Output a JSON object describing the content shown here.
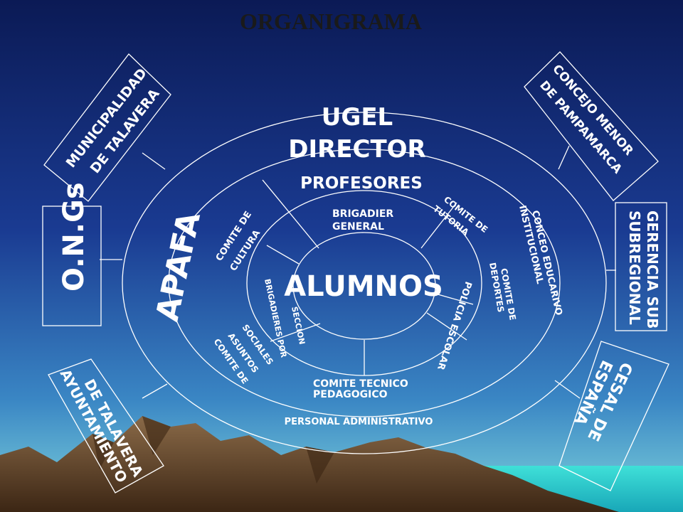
{
  "title": "ORGANIGRAMA",
  "center": "ALUMNOS",
  "rings": {
    "outer_top": [
      "UGEL",
      "DIRECTOR"
    ],
    "outer_left": "APAFA",
    "outer_bottom": "PERSONAL  ADMINISTRATIVO",
    "middle_top": "PROFESORES",
    "middle_right": [
      "CONCEO EDUCARIVO",
      "INSTITUCIONAL"
    ],
    "inner": {
      "top": [
        "BRIGADIER",
        "GENERAL"
      ],
      "top_left": [
        "COMITE DE",
        "CULTURA"
      ],
      "top_right": [
        "COMITE DE",
        "TUTORIA"
      ],
      "right": [
        "COMITE DE",
        "DEPORTES"
      ],
      "right_lower": "POLICIA ESCOLAR",
      "bottom": [
        "COMITE TECNICO",
        "PEDAGOGICO"
      ],
      "bottom_left": [
        "COMITE DE",
        "ASUNTOS",
        "SOCIALES"
      ],
      "left": [
        "BRIGADIERES POR",
        "SECCION"
      ]
    }
  },
  "external": {
    "top_left": [
      "MUNICIPALIDAD",
      "DE TALAVERA"
    ],
    "top_right": [
      "CONCEJO MENOR",
      "DE PAMPAMARCA"
    ],
    "left": "O.N.Gs",
    "right": [
      "GERENCIA SUB",
      "SUBREGIONAL"
    ],
    "bottom_left": [
      "AYUNTAMIENTO",
      "DE TALAVERA"
    ],
    "bottom_right": [
      "CESAL DE",
      "ESPAÑA"
    ]
  },
  "colors": {
    "sky_top": "#0b1a55",
    "sky_mid": "#1c3f9a",
    "sky_low": "#3d8bc7",
    "horizon": "#6fd0e0",
    "mountain": "#6a4a2c",
    "mountain_shadow": "#3e2a18",
    "sea": "#29c3c8",
    "text": "#ffffff",
    "title": "#1a1a1a"
  }
}
